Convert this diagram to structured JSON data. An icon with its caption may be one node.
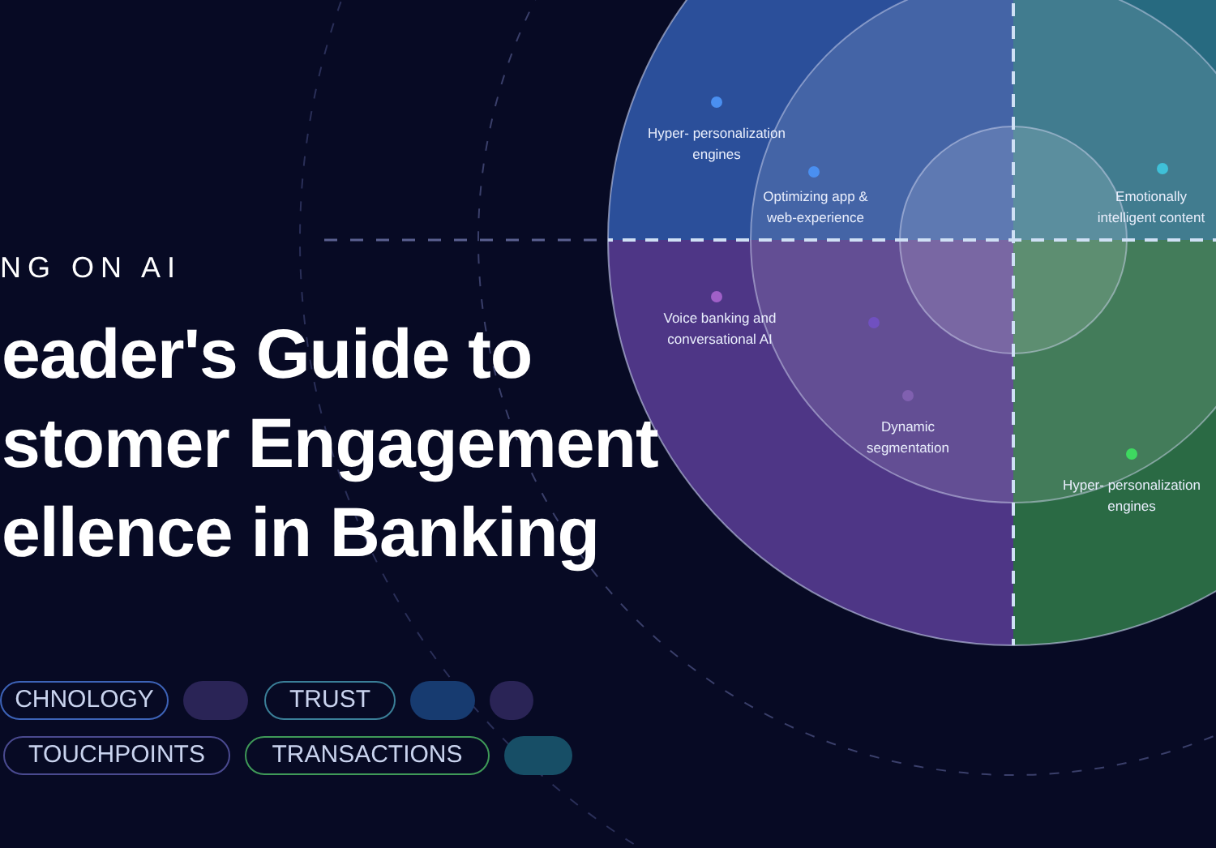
{
  "diagram": {
    "title": "eader's Guide to stomer Engagement ellence in Banking",
    "nodes": [
      {
        "text": [
          "CHNOLOGY"
        ]
      },
      {
        "text": [],
        "shape": "box"
      },
      {
        "text": [
          "TRUST"
        ]
      },
      {
        "text": [],
        "shape": "box"
      },
      {
        "text": [],
        "shape": "box"
      },
      {
        "text": [
          "TOUCHPOINTS"
        ]
      },
      {
        "text": [
          "TRANSACTIONS"
        ]
      },
      {
        "text": [],
        "shape": "box"
      }
    ],
    "labels": [
      "NG ON AI",
      "Hyper- personalization engines",
      "Optimizing app & web-experience",
      "Emotionally intelligent content",
      "Voice banking and conversational AI",
      "Dynamic segmentation",
      "Hyper- personalization engines"
    ]
  }
}
